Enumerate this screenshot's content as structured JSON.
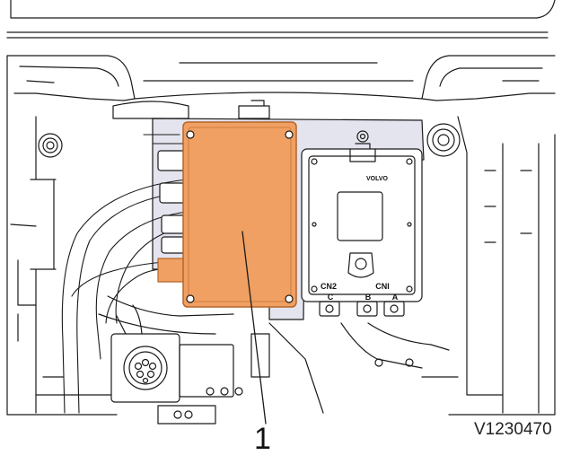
{
  "callout_number": "1",
  "figure_id": "V1230470",
  "labels": {
    "cn2": "CN2",
    "cn1": "CNI",
    "pin_c": "C",
    "pin_b": "B",
    "pin_a": "A",
    "brand_logo": "VOLVO"
  },
  "colors": {
    "highlight_component": "#f0a062",
    "highlight_edge": "#b5652a",
    "shaded_panel": "#e4e4ee",
    "line": "#1a1a1a"
  }
}
